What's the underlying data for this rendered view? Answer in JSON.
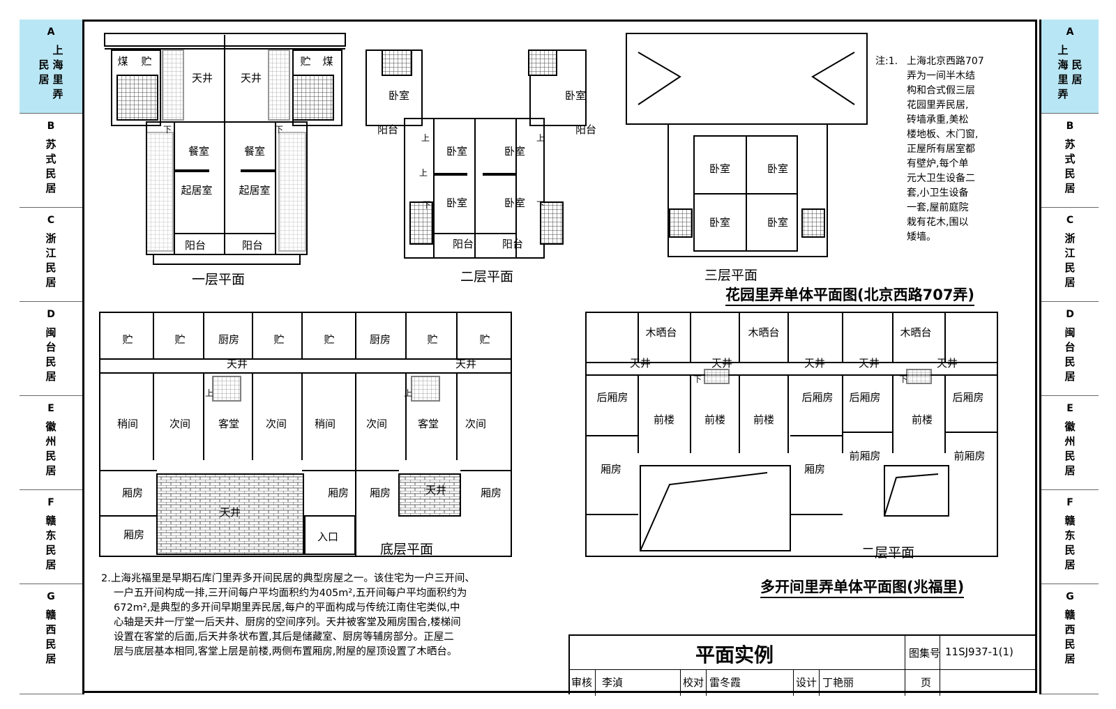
{
  "tabs": [
    {
      "letter": "A",
      "name": "上海里弄民居",
      "active": true
    },
    {
      "letter": "B",
      "name": "苏式民居",
      "active": false
    },
    {
      "letter": "C",
      "name": "浙江民居",
      "active": false
    },
    {
      "letter": "D",
      "name": "闽台民居",
      "active": false
    },
    {
      "letter": "E",
      "name": "徽州民居",
      "active": false
    },
    {
      "letter": "F",
      "name": "赣东民居",
      "active": false
    },
    {
      "letter": "G",
      "name": "赣西民居",
      "active": false
    }
  ],
  "plan_top": {
    "floor1": {
      "caption": "一层平面",
      "rooms": [
        "煤",
        "贮",
        "天井",
        "天井",
        "贮",
        "煤",
        "餐室",
        "餐室",
        "起居室",
        "起居室",
        "阳台",
        "阳台"
      ]
    },
    "floor2": {
      "caption": "二层平面",
      "rooms": [
        "卧室",
        "卧室",
        "卧室",
        "卧室",
        "卧室",
        "卧室",
        "阳台",
        "阳台",
        "阳台",
        "阳台"
      ]
    },
    "floor3": {
      "caption": "三层平面",
      "rooms": [
        "卧室",
        "卧室",
        "卧室",
        "卧室"
      ]
    },
    "stair_up": "上",
    "stair_down": "下",
    "heading": "花园里弄单体平面图(北京西路707弄)"
  },
  "note1": {
    "prefix": "注:1.",
    "lines": [
      "上海北京西路707",
      "弄为一间半木结",
      "构和合式假三层",
      "花园里弄民居,",
      "砖墙承重,美松",
      "楼地板、木门窗,",
      "正屋所有居室都",
      "有壁炉,每个单",
      "元大卫生设备二",
      "套,小卫生设备",
      "一套,屋前庭院",
      "栽有花木,围以",
      "矮墙。"
    ]
  },
  "plan_bottom_left": {
    "caption": "底层平面",
    "row1": [
      "贮",
      "贮",
      "厨房",
      "贮",
      "贮",
      "厨房",
      "贮",
      "贮"
    ],
    "tianjing": [
      "天井",
      "天井"
    ],
    "row2": [
      "稍间",
      "次间",
      "客堂",
      "次间",
      "稍间",
      "次间",
      "客堂",
      "次间"
    ],
    "row3": [
      "厢房",
      "厢房",
      "厢房",
      "厢房"
    ],
    "row4": [
      "厢房"
    ],
    "court": [
      "天井",
      "天井"
    ],
    "entrance": "入口",
    "up": "上"
  },
  "plan_bottom_right": {
    "caption": "二层平面",
    "row1": [
      "木晒台",
      "木晒台",
      "木晒台"
    ],
    "tianjing": [
      "天井",
      "天井",
      "天井",
      "天井",
      "天井"
    ],
    "row2": [
      "后厢房",
      "前楼",
      "前楼",
      "前楼",
      "后厢房",
      "后厢房",
      "前楼",
      "后厢房"
    ],
    "row3": [
      "厢房",
      "厢房",
      "前厢房",
      "前厢房"
    ],
    "down": "下",
    "heading": "多开间里弄单体平面图(兆福里)"
  },
  "note2": {
    "lines": [
      "2.上海兆福里是早期石库门里弄多开间民居的典型房屋之一。该住宅为一户三开间、",
      "一户五开间构成一排,三开间每户平均面积约为405m²,五开间每户平均面积约为",
      "672m²,是典型的多开间早期里弄民居,每户的平面构成与传统江南住宅类似,中",
      "心轴是天井一厅堂一后天井、厨房的空间序列。天井被客堂及厢房围合,楼梯间",
      "设置在客堂的后面,后天井条状布置,其后是储藏室、厨房等辅房部分。正屋二",
      "层与底层基本相同,客堂上层是前楼,两侧布置厢房,附屋的屋顶设置了木晒台。"
    ]
  },
  "title_block": {
    "title": "平面实例",
    "atlas_label": "图集号",
    "atlas_no": "11SJ937-1(1)",
    "review_label": "审核",
    "reviewer": "李湞",
    "check_label": "校对",
    "checker": "雷冬霞",
    "design_label": "设计",
    "designer": "丁艳丽",
    "page_label": "页",
    "page_no": ""
  },
  "colors": {
    "tab_active": "#b9e6f5",
    "line": "#000000",
    "hatch": "#555555"
  }
}
